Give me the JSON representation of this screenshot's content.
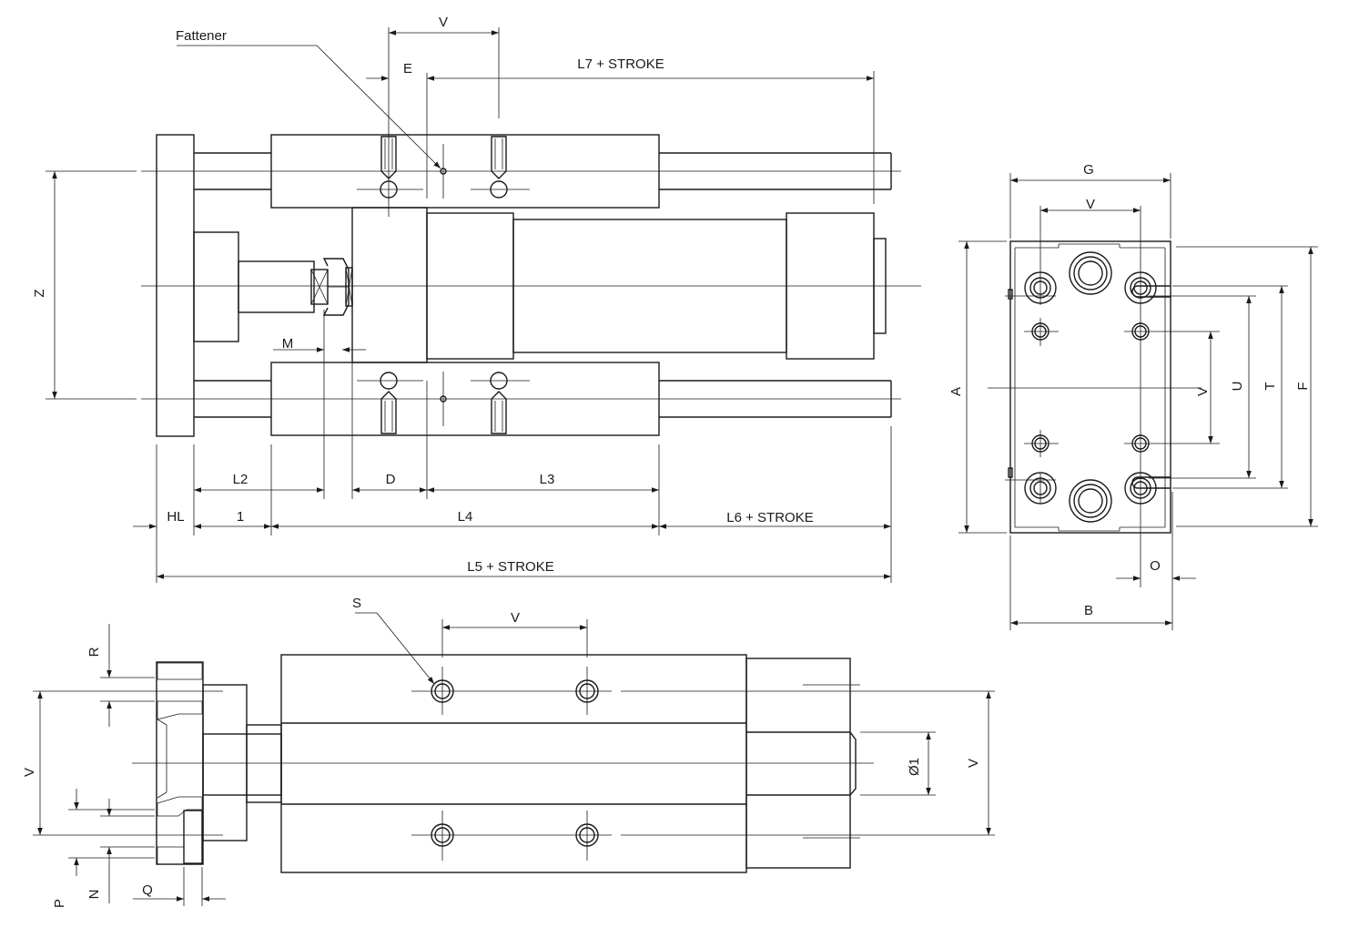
{
  "labels": {
    "fattener": "Fattener",
    "v": "V",
    "e": "E",
    "l7": "L7 + STROKE",
    "z": "Z",
    "m": "M",
    "l2": "L2",
    "d": "D",
    "l3": "L3",
    "hl": "HL",
    "one": "1",
    "l4": "L4",
    "l6": "L6 + STROKE",
    "l5": "L5 + STROKE",
    "g": "G",
    "a": "A",
    "u": "U",
    "t": "T",
    "f": "F",
    "o": "O",
    "b": "B",
    "s": "S",
    "r": "R",
    "d1": "Ø1",
    "p": "P",
    "n": "N",
    "q": "Q"
  }
}
